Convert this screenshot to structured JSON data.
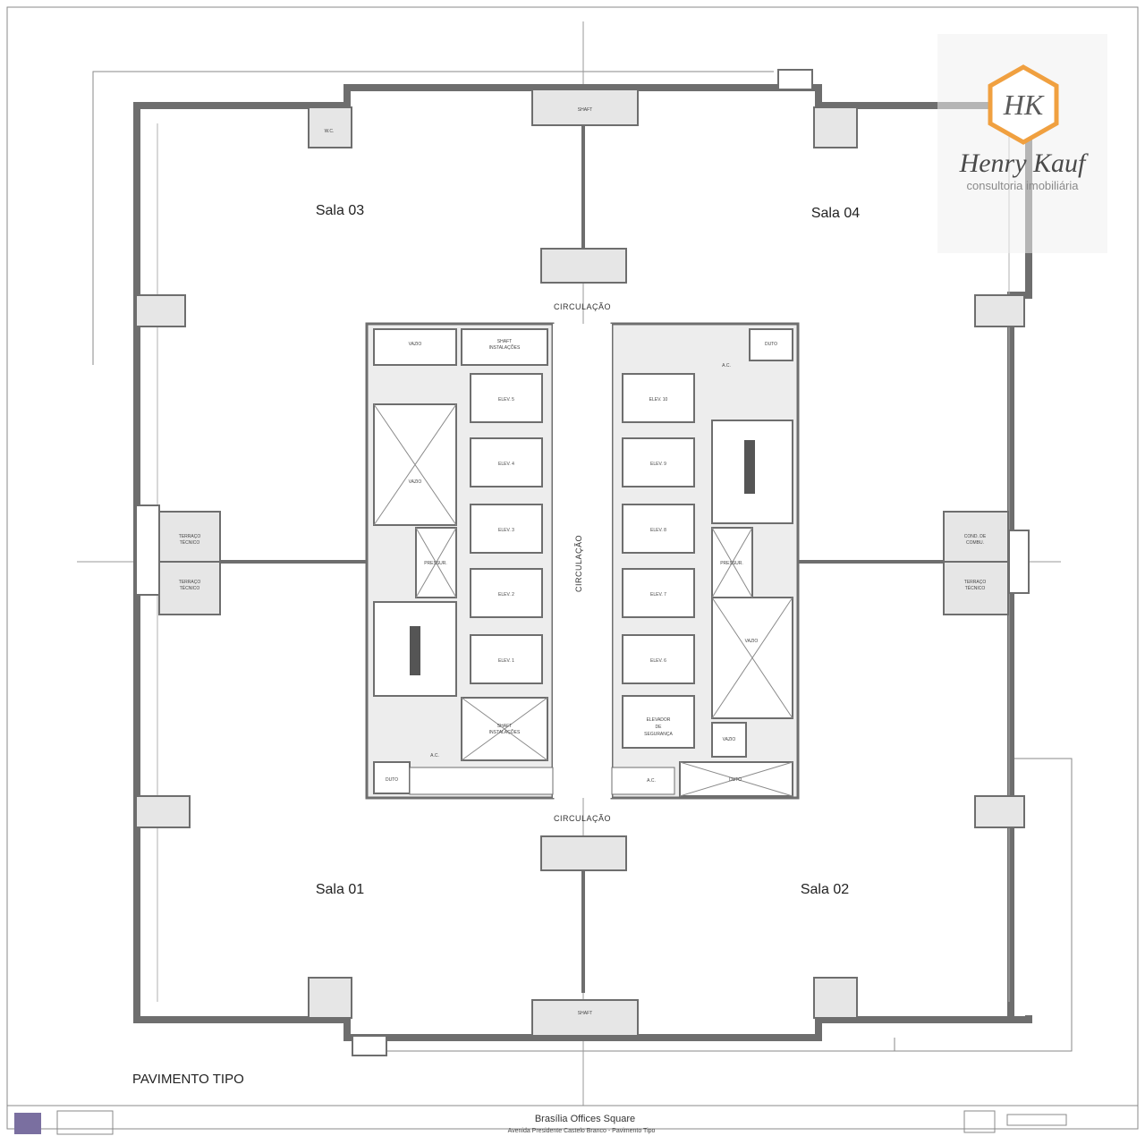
{
  "rooms": {
    "sala_03": "Sala 03",
    "sala_04": "Sala 04",
    "sala_01": "Sala 01",
    "sala_02": "Sala 02"
  },
  "circulation": {
    "top": "CIRCULAÇÃO",
    "bottom": "CIRCULAÇÃO",
    "center": "CIRCULAÇÃO"
  },
  "elevators": {
    "left": [
      "ELEV. 5",
      "ELEV. 4",
      "ELEV. 3",
      "ELEV. 2",
      "ELEV. 1"
    ],
    "right": [
      "ELEV. 10",
      "ELEV. 9",
      "ELEV. 8",
      "ELEV. 7",
      "ELEV. 6"
    ],
    "security": [
      "ELEVADOR",
      "DE",
      "SEGURANÇA"
    ]
  },
  "core_labels": {
    "vazio": "VAZIO",
    "shaft_inst": [
      "SHAFT",
      "INSTALAÇÕES"
    ],
    "pressur": "PRESSUR.",
    "duto": "DUTO",
    "ac": "A.C.",
    "wc": "W.C.",
    "shaft": "SHAFT"
  },
  "terraces": {
    "left_top": [
      "TERRAÇO",
      "TÉCNICO"
    ],
    "left_bottom": [
      "TERRAÇO",
      "TÉCNICO"
    ],
    "right_top": [
      "COND. DE",
      "COMBU."
    ],
    "right_bottom": [
      "TERRAÇO",
      "TÉCNICO"
    ]
  },
  "floor_title": "PAVIMENTO TIPO",
  "title_block": {
    "project": "Brasília   Offices Square",
    "address": "Avenida Presidente Castelo Branco  -  Pavimento Tipo"
  },
  "logo": {
    "monogram": "HK",
    "name": "Henry Kauf",
    "subtitle": "consultoria imobiliária",
    "accent": "#f0a040"
  }
}
